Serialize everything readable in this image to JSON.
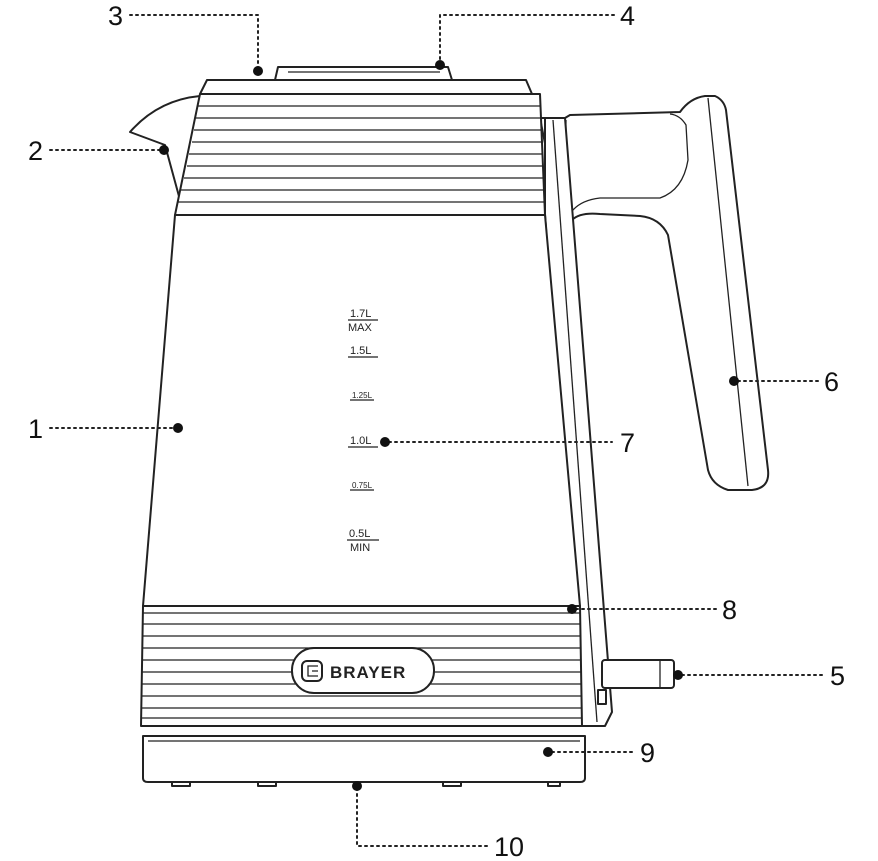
{
  "callouts": [
    {
      "id": "1",
      "label": "1"
    },
    {
      "id": "2",
      "label": "2"
    },
    {
      "id": "3",
      "label": "3"
    },
    {
      "id": "4",
      "label": "4"
    },
    {
      "id": "5",
      "label": "5"
    },
    {
      "id": "6",
      "label": "6"
    },
    {
      "id": "7",
      "label": "7"
    },
    {
      "id": "8",
      "label": "8"
    },
    {
      "id": "9",
      "label": "9"
    },
    {
      "id": "10",
      "label": "10"
    }
  ],
  "scale": {
    "max_volume": "1.7L",
    "max": "MAX",
    "v15": "1.5L",
    "v125": "1.25L",
    "v10": "1.0L",
    "v075": "0.75L",
    "min_volume": "0.5L",
    "min": "MIN"
  },
  "brand": {
    "name": "BRAYER"
  }
}
